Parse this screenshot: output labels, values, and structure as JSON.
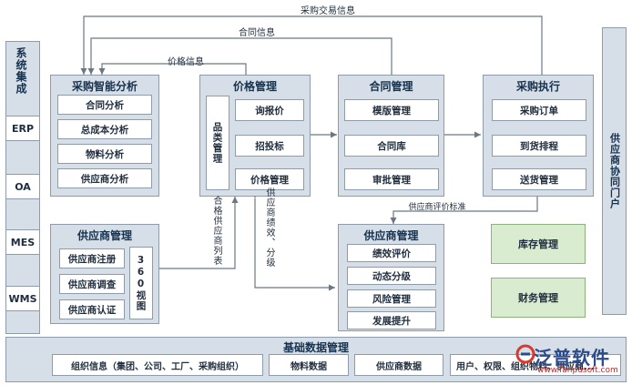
{
  "top_labels": {
    "procurement_info": "采购交易信息",
    "contract_info": "合同信息",
    "price_info": "价格信息"
  },
  "left_bar": {
    "system_integration": "系统集成",
    "items": [
      "ERP",
      "OA",
      "MES",
      "WMS"
    ]
  },
  "procurement_analysis": {
    "title": "采购智能分析",
    "items": [
      "合同分析",
      "总成本分析",
      "物料分析",
      "供应商分析"
    ]
  },
  "price_management": {
    "title": "价格管理",
    "category_label": "品类管理",
    "items": [
      "询报价",
      "招投标",
      "价格管理"
    ]
  },
  "contract_management": {
    "title": "合同管理",
    "items": [
      "模版管理",
      "合同库",
      "审批管理"
    ]
  },
  "procurement_execution": {
    "title": "采购执行",
    "items": [
      "采购订单",
      "到货排程",
      "送货管理"
    ]
  },
  "supplier_portal": "供应商协同门户",
  "supplier_management_left": {
    "title": "供应商管理",
    "items": [
      "供应商注册",
      "供应商调查",
      "供应商认证"
    ],
    "view_label": "360视图"
  },
  "supplier_management_center": {
    "title": "供应商管理",
    "items": [
      "绩效评价",
      "动态分级",
      "风险管理",
      "发展提升"
    ]
  },
  "inventory_management": "库存管理",
  "finance_management": "财务管理",
  "flow_labels": {
    "qualified_suppliers": "合格供应商列表",
    "supplier_performance": "供应商绩效、分级",
    "evaluation_standard": "供应商评价标准"
  },
  "base_data": {
    "title": "基础数据管理",
    "items": [
      "组织信息（集团、公司、工厂、采购组织）",
      "物料数据",
      "供应商数据",
      "用户、权限、组织物料、供应商..."
    ]
  },
  "logo": {
    "name": "泛普软件",
    "url": "www.fanpusoft.com"
  },
  "colors": {
    "panel": "#d6dee8",
    "border": "#8e9bab",
    "green": "#d9eccf",
    "arrow": "#6b7785"
  }
}
